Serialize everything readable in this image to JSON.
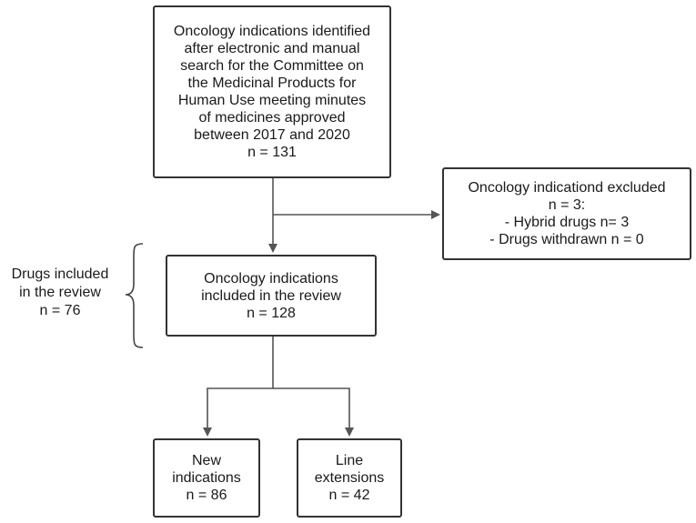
{
  "boxes": {
    "identified": {
      "lines": [
        "Oncology indications identified",
        "after electronic and manual",
        "search for the Committee on",
        "the Medicinal Products for",
        "Human Use meeting minutes",
        "of medicines approved",
        "between 2017 and 2020",
        "n = 131"
      ]
    },
    "excluded": {
      "lines": [
        "Oncology indicationd excluded",
        "n = 3:",
        "- Hybrid drugs n= 3",
        "- Drugs withdrawn n = 0"
      ]
    },
    "included": {
      "lines": [
        "Oncology indications",
        "included in the review",
        "n = 128"
      ]
    },
    "new_indications": {
      "lines": [
        "New",
        "indications",
        "n = 86"
      ]
    },
    "line_extensions": {
      "lines": [
        "Line",
        "extensions",
        "n = 42"
      ]
    }
  },
  "side_label": {
    "lines": [
      "Drugs included",
      "in the review",
      "n = 76"
    ]
  },
  "colors": {
    "box_border": "#333333",
    "connector": "#555555",
    "text": "#1a1a1a"
  }
}
